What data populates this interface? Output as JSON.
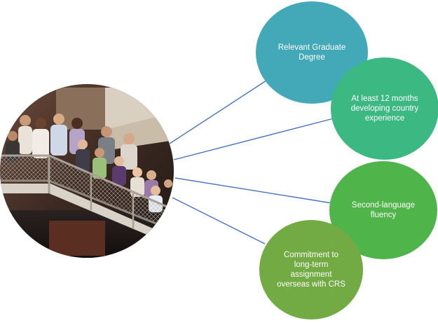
{
  "diagram": {
    "photo": {
      "description_icon": "group-photo-icon"
    },
    "bubbles": [
      {
        "id": "b1",
        "label": "Relevant Graduate Degree",
        "color": "#43a8b8"
      },
      {
        "id": "b2",
        "label": "At least 12 months developing country experience",
        "color": "#3cb883"
      },
      {
        "id": "b3",
        "label": "Second-language fluency",
        "color": "#4fb54a"
      },
      {
        "id": "b4",
        "label": "Commitment to long-term assignment overseas with CRS",
        "color": "#72ab43"
      }
    ],
    "connector_color": "#4472c4"
  }
}
